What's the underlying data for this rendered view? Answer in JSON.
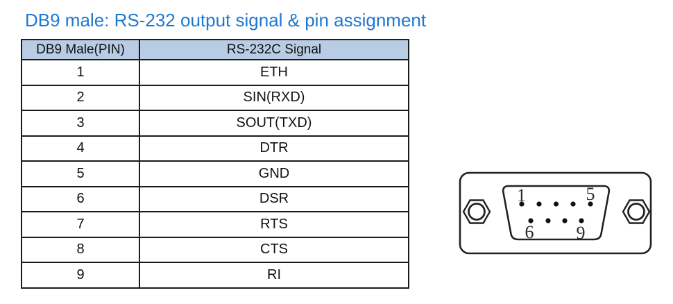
{
  "title": {
    "text": "DB9 male: RS-232 output signal & pin assignment",
    "color": "#1e78d2"
  },
  "table": {
    "header": {
      "col1": "DB9 Male(PIN)",
      "col2": "RS-232C Signal",
      "bg_color": "#b8cce4",
      "border_color": "#1a1a1a"
    },
    "rows": [
      {
        "pin": "1",
        "signal": "ETH"
      },
      {
        "pin": "2",
        "signal": "SIN(RXD)"
      },
      {
        "pin": "3",
        "signal": "SOUT(TXD)"
      },
      {
        "pin": "4",
        "signal": "DTR"
      },
      {
        "pin": "5",
        "signal": "GND"
      },
      {
        "pin": "6",
        "signal": "DSR"
      },
      {
        "pin": "7",
        "signal": "RTS"
      },
      {
        "pin": "8",
        "signal": "CTS"
      },
      {
        "pin": "9",
        "signal": "RI"
      }
    ]
  },
  "connector": {
    "outline_color": "#222222",
    "pin_color": "#111111",
    "labels": {
      "pin1": "1",
      "pin5": "5",
      "pin6": "6",
      "pin9": "9"
    }
  }
}
